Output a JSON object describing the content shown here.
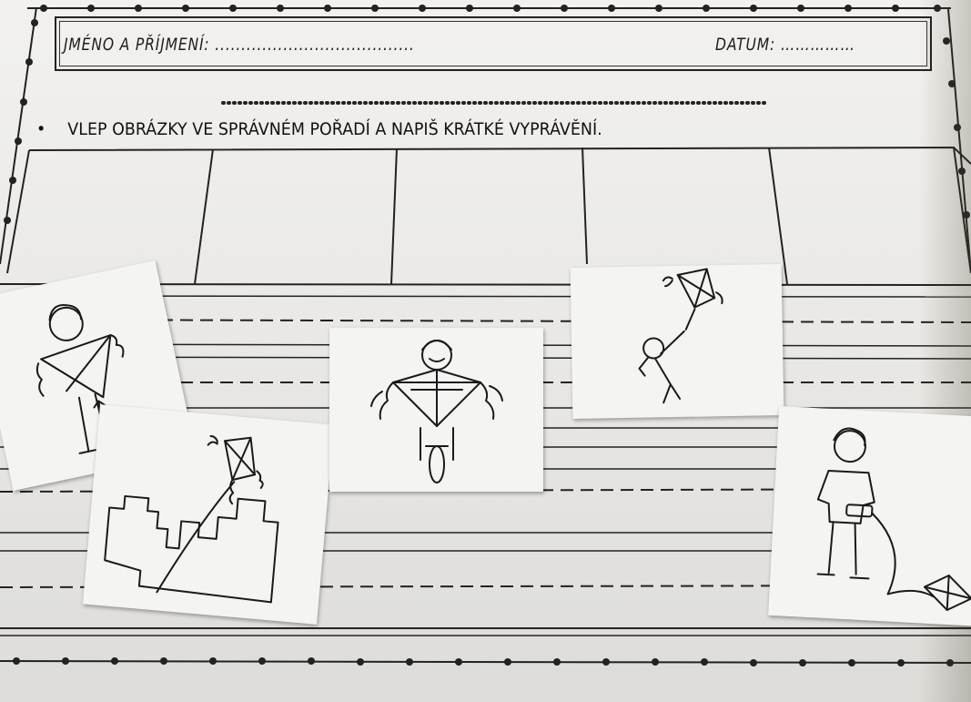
{
  "header": {
    "name_label": "JMÉNO A PŘÍJMENÍ:",
    "name_placeholder": "......................................",
    "date_label": "DATUM:",
    "date_placeholder": "……………"
  },
  "instruction": {
    "bullet": "•",
    "text": "VLEP OBRÁZKY VE SPRÁVNÉM POŘADÍ A NAPIŠ KRÁTKÉ VYPRÁVĚNÍ."
  },
  "cards": [
    {
      "name": "boy-holding-kite"
    },
    {
      "name": "kite-over-city"
    },
    {
      "name": "boy-on-bicycle-with-kite"
    },
    {
      "name": "boy-flying-with-kite"
    },
    {
      "name": "boy-with-fallen-kite"
    }
  ],
  "colors": {
    "paper": "#efeeeb",
    "ink": "#1a1a1a",
    "table": "#8a8578"
  }
}
